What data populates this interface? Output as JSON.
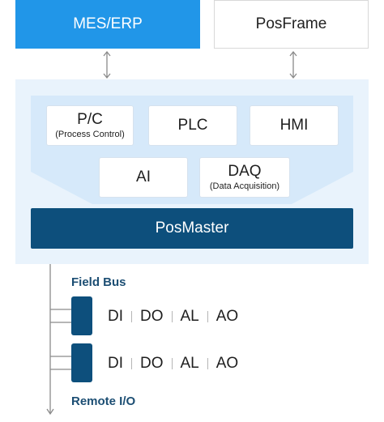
{
  "top": {
    "mes_erp": "MES/ERP",
    "posframe": "PosFrame"
  },
  "modules": {
    "pc": {
      "title": "P/C",
      "subtitle": "(Process Control)"
    },
    "plc": {
      "title": "PLC"
    },
    "hmi": {
      "title": "HMI"
    },
    "ai": {
      "title": "AI"
    },
    "daq": {
      "title": "DAQ",
      "subtitle": "(Data Acquisition)"
    }
  },
  "posmaster": "PosMaster",
  "field_bus_label": "Field Bus",
  "remote_io_label": "Remote I/O",
  "io_signals": [
    "DI",
    "DO",
    "AL",
    "AO"
  ],
  "colors": {
    "primary_blue": "#2196e8",
    "dark_navy": "#0d4f7c",
    "platform_bg": "#e9f3fc",
    "funnel_bg": "#d6e9fa",
    "connector": "#8a8a8a"
  }
}
